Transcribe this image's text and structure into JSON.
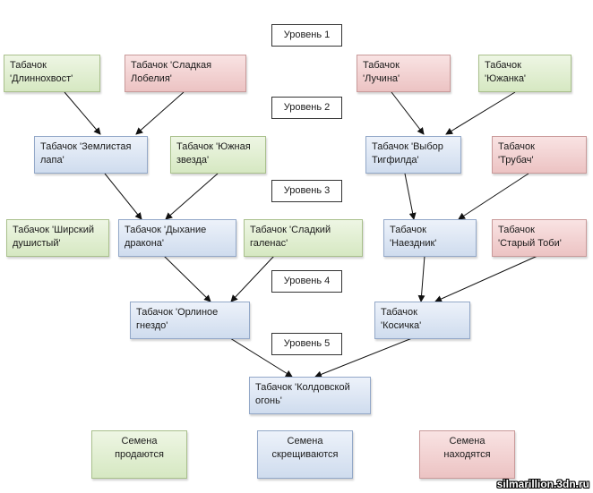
{
  "levels": [
    "Уровень 1",
    "Уровень 2",
    "Уровень 3",
    "Уровень 4",
    "Уровень 5"
  ],
  "nodes": {
    "dlinnokhvost": "Табачок 'Длиннохвост'",
    "sladkaya_lobeliya": "Табачок 'Сладкая\nЛобелия'",
    "luchina": "Табачок\n'Лучина'",
    "yuzhanka": "Табачок\n'Южанка'",
    "zemlistaya_lapa": "Табачок 'Землистая\nлапа'",
    "yuzhnaya_zvezda": "Табачок 'Южная\nзвезда'",
    "vybor_tigfilda": "Табачок 'Выбор\nТигфилда'",
    "trubach": "Табачок\n'Трубач'",
    "shirsky_dushisty": "Табачок 'Ширский\nдушистый'",
    "dykhanie_drakona": "Табачок 'Дыхание\nдракона'",
    "sladky_galenas": "Табачок 'Сладкий\nгаленас'",
    "naezdnik": "Табачок\n'Наездник'",
    "stary_tobi": "Табачок\n'Старый Тоби'",
    "orlinoe_gnezdo": "Табачок 'Орлиное\nгнездо'",
    "kosichka": "Табачок\n'Косичка'",
    "koldovskoy_ogon": "Табачок 'Колдовской\nогонь'"
  },
  "legend": {
    "sold": "Семена\nпродаются",
    "crossed": "Семена\nскрещиваются",
    "found": "Семена\nнаходятся"
  },
  "colors": {
    "sold": "#d6e8c2",
    "crossed": "#cfdcee",
    "found": "#ecc3c3"
  },
  "watermark": "silmarillion.3dn.ru"
}
